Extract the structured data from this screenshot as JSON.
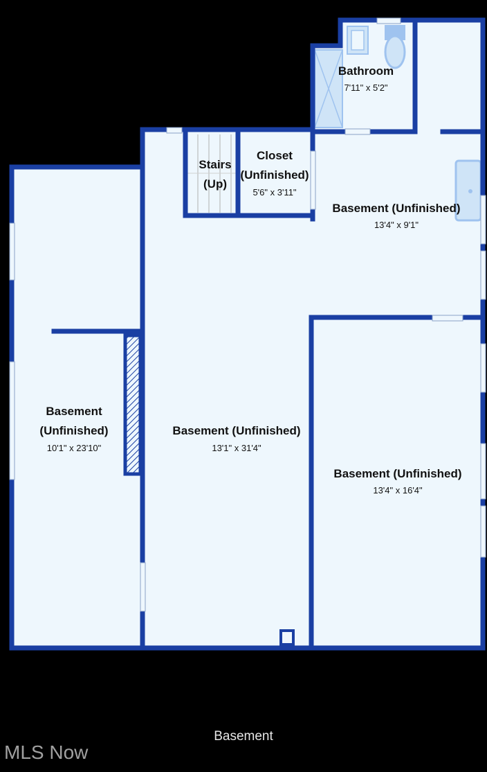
{
  "floor_label": "Basement",
  "watermark": "MLS Now",
  "colors": {
    "wall": "#1a3fa3",
    "floor": "#eef7fd",
    "background": "#000000",
    "fixture": "#9fc3ef",
    "text": "#111111"
  },
  "rooms": {
    "bathroom": {
      "name": "Bathroom",
      "dim": "7'11\" x 5'2\""
    },
    "stairs": {
      "name_line1": "Stairs",
      "name_line2": "(Up)"
    },
    "closet": {
      "name_line1": "Closet",
      "name_line2": "(Unfinished)",
      "dim": "5'6\" x 3'11\""
    },
    "basement_ne": {
      "name": "Basement (Unfinished)",
      "dim": "13'4\" x 9'1\""
    },
    "basement_w": {
      "name_line1": "Basement",
      "name_line2": "(Unfinished)",
      "dim": "10'1\" x 23'10\""
    },
    "basement_c": {
      "name": "Basement (Unfinished)",
      "dim": "13'1\" x 31'4\""
    },
    "basement_se": {
      "name": "Basement (Unfinished)",
      "dim": "13'4\" x 16'4\""
    }
  }
}
